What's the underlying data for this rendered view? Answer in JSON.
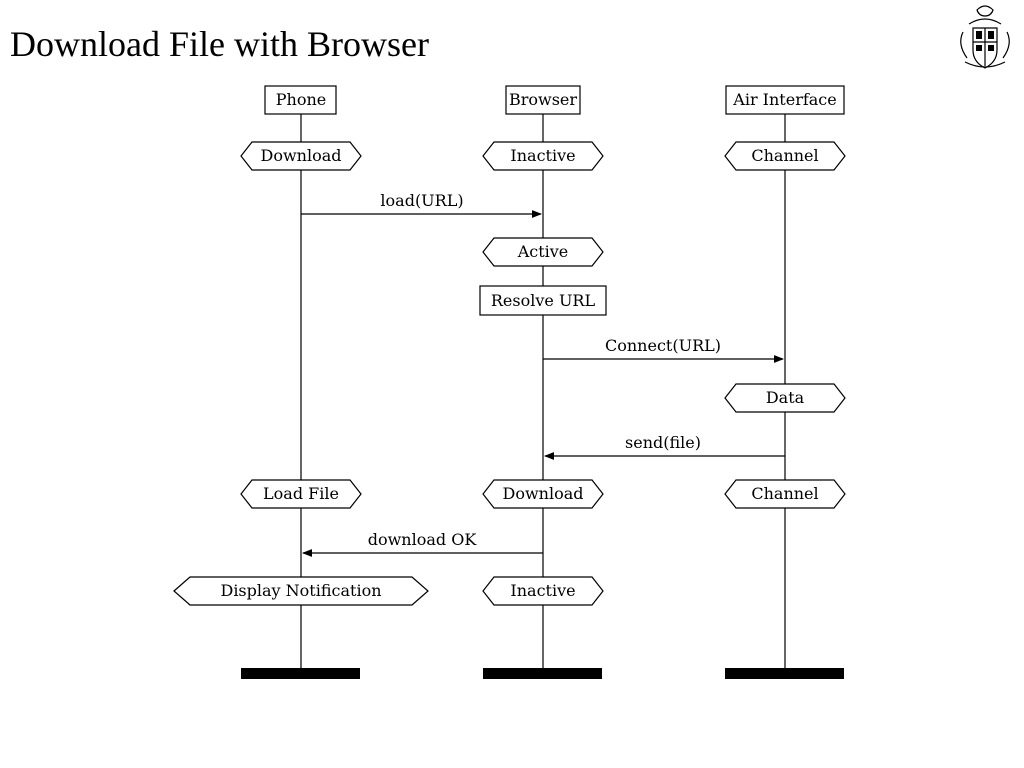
{
  "title": "Download File with Browser",
  "logo_icon": "university-crest-icon",
  "colors": {
    "line": "#000000",
    "background": "#ffffff"
  },
  "diagram": {
    "type": "message-sequence-chart",
    "instances": [
      {
        "id": "phone",
        "label": "Phone"
      },
      {
        "id": "browser",
        "label": "Browser"
      },
      {
        "id": "air",
        "label": "Air Interface"
      }
    ],
    "states": [
      {
        "instance": "phone",
        "label": "Download"
      },
      {
        "instance": "browser",
        "label": "Inactive"
      },
      {
        "instance": "air",
        "label": "Channel"
      },
      {
        "instance": "browser",
        "label": "Active"
      },
      {
        "instance": "air",
        "label": "Data"
      },
      {
        "instance": "phone",
        "label": "Load File"
      },
      {
        "instance": "browser",
        "label": "Download"
      },
      {
        "instance": "air",
        "label": "Channel"
      },
      {
        "instance": "phone",
        "label": "Display Notification"
      },
      {
        "instance": "browser",
        "label": "Inactive"
      }
    ],
    "actions": [
      {
        "instance": "browser",
        "label": "Resolve URL"
      }
    ],
    "messages": [
      {
        "from": "phone",
        "to": "browser",
        "label": "load(URL)"
      },
      {
        "from": "browser",
        "to": "air",
        "label": "Connect(URL)"
      },
      {
        "from": "air",
        "to": "browser",
        "label": "send(file)"
      },
      {
        "from": "browser",
        "to": "phone",
        "label": "download OK"
      }
    ]
  }
}
